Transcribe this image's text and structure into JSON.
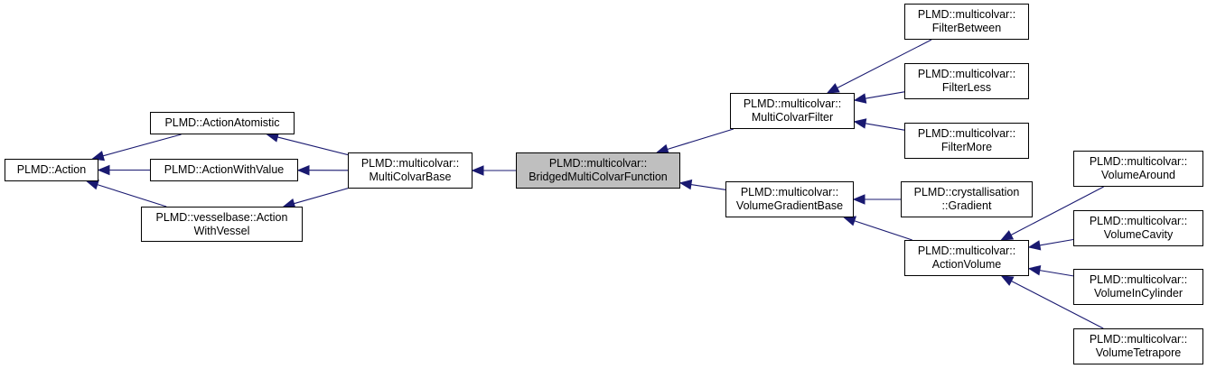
{
  "colors": {
    "edge": "#191970",
    "current_fill": "#bfbfbf",
    "node_fill": "#ffffff"
  },
  "nodes": {
    "action": {
      "lines": [
        "PLMD::Action"
      ]
    },
    "action_atomistic": {
      "lines": [
        "PLMD::ActionAtomistic"
      ]
    },
    "action_with_value": {
      "lines": [
        "PLMD::ActionWithValue"
      ]
    },
    "action_with_vessel": {
      "lines": [
        "PLMD::vesselbase::Action",
        "WithVessel"
      ]
    },
    "multicolvar_base": {
      "lines": [
        "PLMD::multicolvar::",
        "MultiColvarBase"
      ]
    },
    "bridged_function": {
      "lines": [
        "PLMD::multicolvar::",
        "BridgedMultiColvarFunction"
      ]
    },
    "multicolvar_filter": {
      "lines": [
        "PLMD::multicolvar::",
        "MultiColvarFilter"
      ]
    },
    "volume_gradient_base": {
      "lines": [
        "PLMD::multicolvar::",
        "VolumeGradientBase"
      ]
    },
    "filter_between": {
      "lines": [
        "PLMD::multicolvar::",
        "FilterBetween"
      ]
    },
    "filter_less": {
      "lines": [
        "PLMD::multicolvar::",
        "FilterLess"
      ]
    },
    "filter_more": {
      "lines": [
        "PLMD::multicolvar::",
        "FilterMore"
      ]
    },
    "gradient": {
      "lines": [
        "PLMD::crystallisation",
        "::Gradient"
      ]
    },
    "action_volume": {
      "lines": [
        "PLMD::multicolvar::",
        "ActionVolume"
      ]
    },
    "volume_around": {
      "lines": [
        "PLMD::multicolvar::",
        "VolumeAround"
      ]
    },
    "volume_cavity": {
      "lines": [
        "PLMD::multicolvar::",
        "VolumeCavity"
      ]
    },
    "volume_in_cylinder": {
      "lines": [
        "PLMD::multicolvar::",
        "VolumeInCylinder"
      ]
    },
    "volume_tetrapore": {
      "lines": [
        "PLMD::multicolvar::",
        "VolumeTetrapore"
      ]
    }
  },
  "edges": [
    [
      "action_atomistic",
      "action"
    ],
    [
      "action_with_value",
      "action"
    ],
    [
      "action_with_vessel",
      "action"
    ],
    [
      "multicolvar_base",
      "action_atomistic"
    ],
    [
      "multicolvar_base",
      "action_with_value"
    ],
    [
      "multicolvar_base",
      "action_with_vessel"
    ],
    [
      "bridged_function",
      "multicolvar_base"
    ],
    [
      "multicolvar_filter",
      "bridged_function"
    ],
    [
      "volume_gradient_base",
      "bridged_function"
    ],
    [
      "filter_between",
      "multicolvar_filter"
    ],
    [
      "filter_less",
      "multicolvar_filter"
    ],
    [
      "filter_more",
      "multicolvar_filter"
    ],
    [
      "gradient",
      "volume_gradient_base"
    ],
    [
      "action_volume",
      "volume_gradient_base"
    ],
    [
      "volume_around",
      "action_volume"
    ],
    [
      "volume_cavity",
      "action_volume"
    ],
    [
      "volume_in_cylinder",
      "action_volume"
    ],
    [
      "volume_tetrapore",
      "action_volume"
    ]
  ]
}
